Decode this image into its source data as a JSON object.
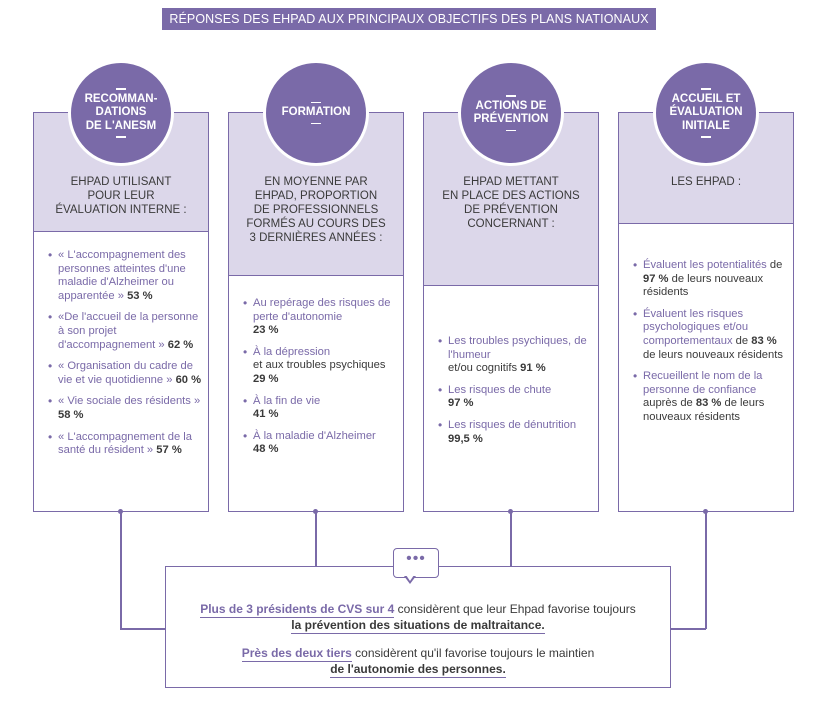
{
  "title": "RÉPONSES DES EHPAD AUX PRINCIPAUX OBJECTIFS DES PLANS NATIONAUX",
  "columns": [
    {
      "circle": [
        "RECOMMAN-",
        "DATIONS",
        "DE L'ANESM"
      ],
      "header": [
        "EHPAD UTILISANT",
        "POUR LEUR",
        "ÉVALUATION INTERNE :"
      ],
      "items": [
        {
          "label": "« L'accompagnement des personnes atteintes d'une maladie d'Alzheimer ou apparentée »",
          "value": "53 %"
        },
        {
          "label": "«De l'accueil de la personne à son projet d'accompagnement »",
          "value": "62 %"
        },
        {
          "label": "« Organisation du cadre de vie et vie quotidienne »",
          "value": "60 %"
        },
        {
          "label": "« Vie sociale des résidents »",
          "value": "58 %"
        },
        {
          "label": "« L'accompagnement de la santé du résident »",
          "value": "57 %"
        }
      ]
    },
    {
      "circle": [
        "FORMATION"
      ],
      "header": [
        "EN MOYENNE PAR",
        "EHPAD, PROPORTION",
        "DE PROFESSIONNELS",
        "FORMÉS AU COURS DES",
        "3 DERNIÈRES ANNÉES :"
      ],
      "items": [
        {
          "label": "Au repérage des risques de perte d'autonomie",
          "value": "23 %"
        },
        {
          "label": "À la dépression",
          "plain": "et aux troubles psychiques",
          "value": "29 %"
        },
        {
          "label": "À la fin de vie",
          "value": "41 %"
        },
        {
          "label": "À la maladie d'Alzheimer",
          "value": "48 %"
        }
      ]
    },
    {
      "circle": [
        "ACTIONS DE",
        "PRÉVENTION"
      ],
      "header": [
        "EHPAD METTANT",
        "EN PLACE DES ACTIONS",
        "DE PRÉVENTION",
        "CONCERNANT :"
      ],
      "items": [
        {
          "label": "Les troubles psychiques, de l'humeur",
          "plain": "et/ou cognitifs",
          "value": "91 %"
        },
        {
          "label": "Les risques de chute",
          "value": "97 %"
        },
        {
          "label": "Les risques de dénutrition",
          "value": "99,5 %"
        }
      ]
    },
    {
      "circle": [
        "ACCUEIL ET",
        "ÉVALUATION",
        "INITIALE"
      ],
      "header": [
        "LES EHPAD :"
      ],
      "items": [
        {
          "label": "Évaluent les potentialités",
          "plain": "de",
          "value": "97 %",
          "tail": "de leurs nouveaux résidents"
        },
        {
          "label": "Évaluent les risques psychologiques et/ou comportementaux",
          "plain": "de",
          "value": "83 %",
          "tail": "de leurs nouveaux résidents"
        },
        {
          "label": "Recueillent le nom de la personne de confiance",
          "plain": "auprès de",
          "value": "83 %",
          "tail": "de leurs nouveaux résidents"
        }
      ]
    }
  ],
  "bubble": "•••",
  "statements": [
    {
      "highlight": "Plus de 3 présidents de CVS sur 4",
      "text": "considèrent que leur Ehpad favorise toujours",
      "emph": "la prévention des situations de maltraitance."
    },
    {
      "highlight": "Près des deux tiers",
      "text": "considèrent qu'il favorise toujours le maintien",
      "emph": "de l'autonomie des personnes."
    }
  ],
  "colors": {
    "accent": "#7a6aa8",
    "header_bg": "#dcd7ea",
    "text": "#3a3a3a"
  }
}
